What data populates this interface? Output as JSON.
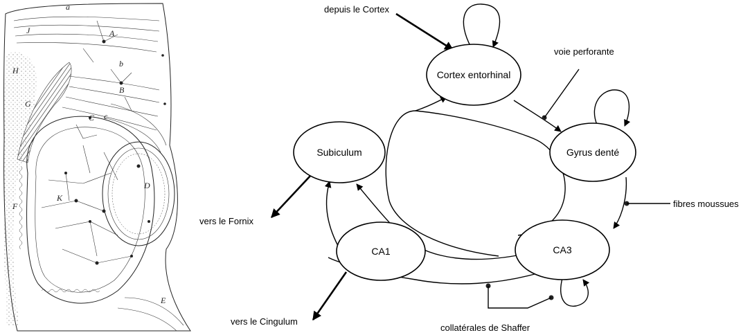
{
  "illustration": {
    "letters": [
      "a",
      "J",
      "A",
      "H",
      "b",
      "B",
      "G",
      "c",
      "C",
      "D",
      "F",
      "K",
      "E"
    ]
  },
  "nodes": {
    "cortex": "Cortex entorhinal",
    "subiculum": "Subiculum",
    "gyrus": "Gyrus denté",
    "ca1": "CA1",
    "ca3": "CA3"
  },
  "labels": {
    "depuis_cortex": "depuis le Cortex",
    "voie_perforante": "voie perforante",
    "fibres_moussues": "fibres moussues",
    "vers_fornix": "vers le Fornix",
    "vers_cingulum": "vers le Cingulum",
    "collaterales": "collatérales de Shaffer"
  }
}
